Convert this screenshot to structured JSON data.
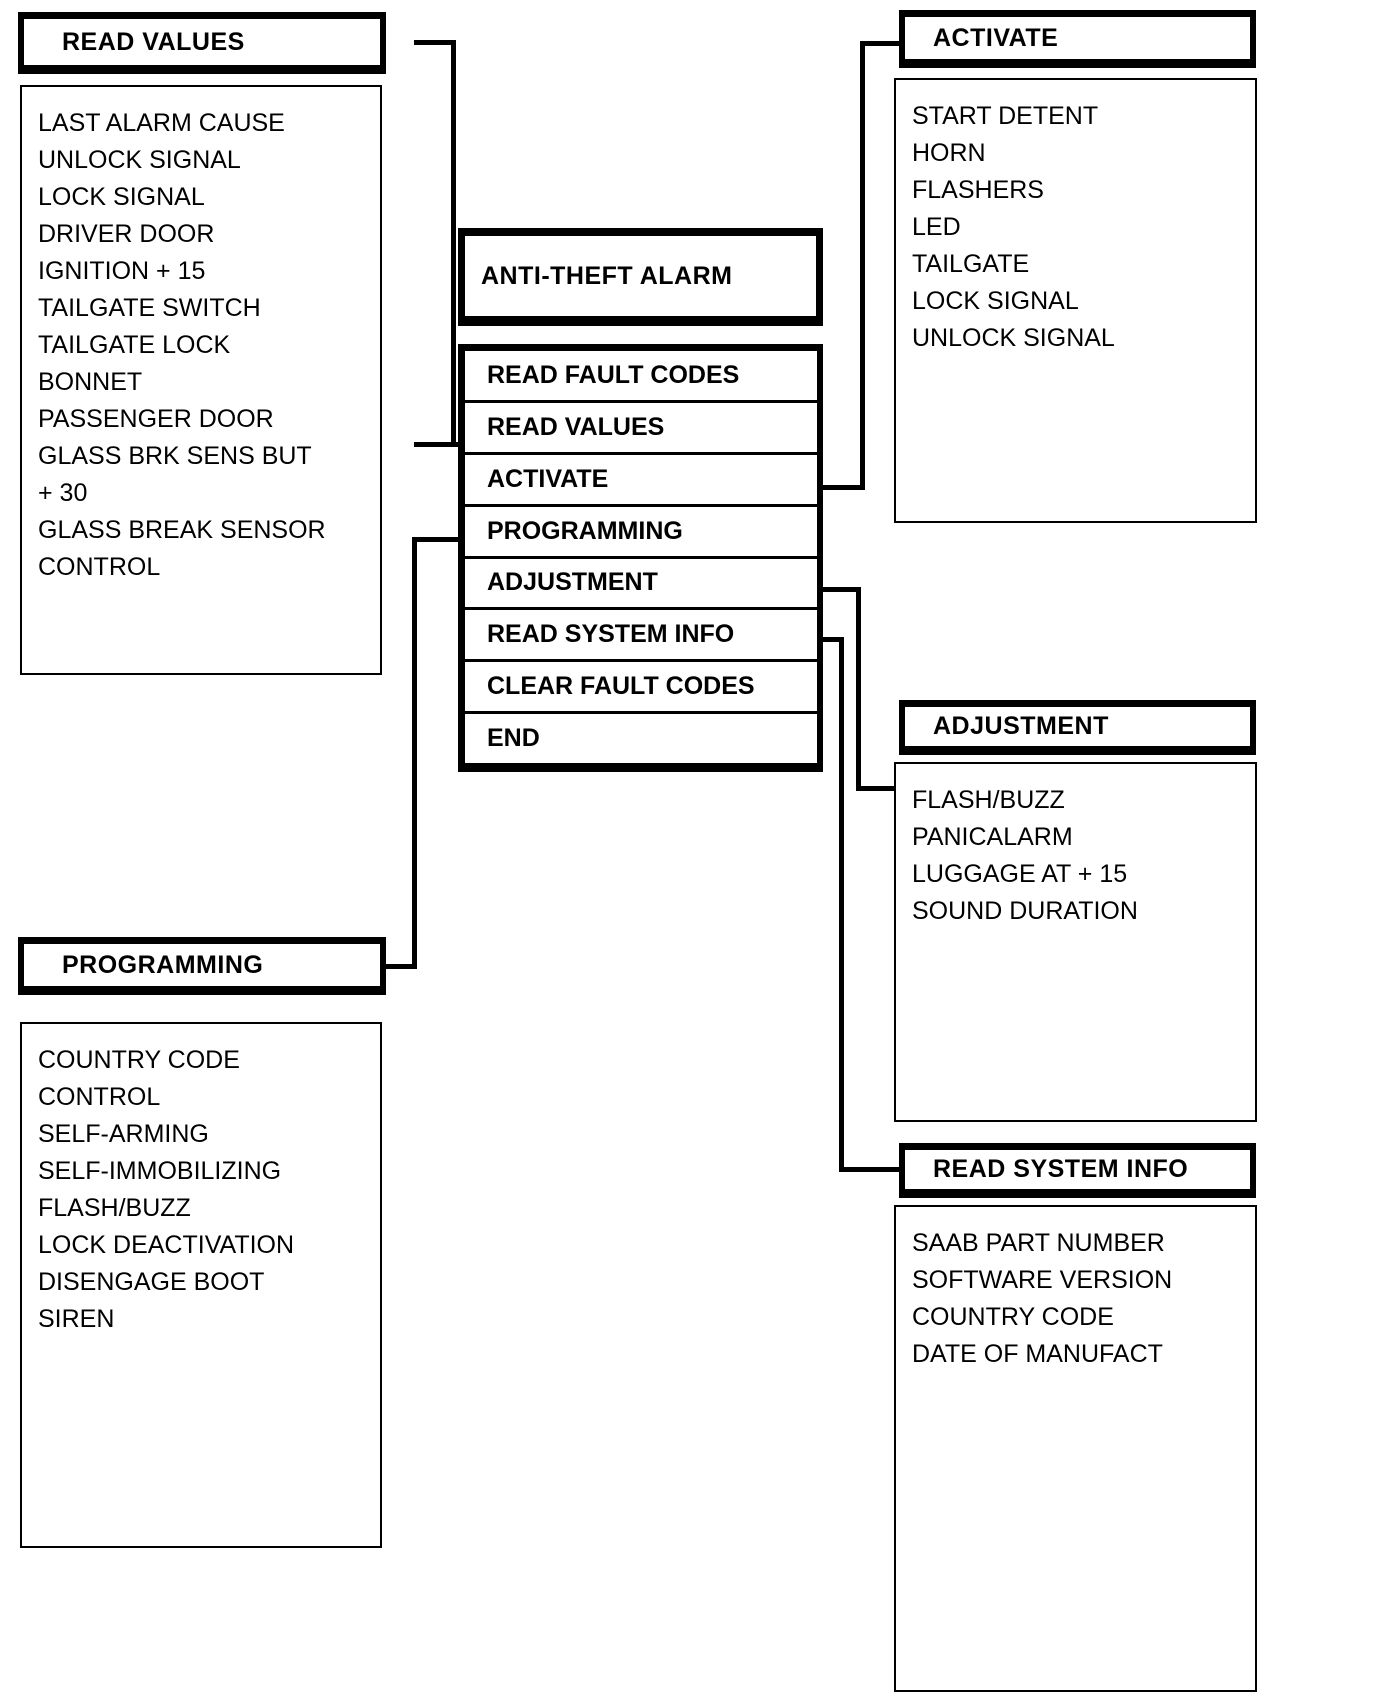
{
  "diagram": {
    "title": "ANTI-THEFT ALARM"
  },
  "root": {
    "label": "ANTI-THEFT ALARM"
  },
  "menu": {
    "name": "main-menu",
    "items": [
      "READ FAULT CODES",
      "READ VALUES",
      "ACTIVATE",
      "PROGRAMMING",
      "ADJUSTMENT",
      "READ SYSTEM INFO",
      "CLEAR FAULT CODES",
      "END"
    ]
  },
  "panels": {
    "read_values": {
      "title": "READ VALUES",
      "items": [
        "LAST ALARM CAUSE",
        "UNLOCK SIGNAL",
        "LOCK SIGNAL",
        "DRIVER DOOR",
        "IGNITION + 15",
        "TAILGATE SWITCH",
        "TAILGATE LOCK",
        "BONNET",
        "PASSENGER DOOR",
        "GLASS BRK SENS BUT",
        "+ 30",
        "GLASS BREAK SENSOR",
        "CONTROL"
      ]
    },
    "activate": {
      "title": "ACTIVATE",
      "items": [
        "START DETENT",
        "HORN",
        "FLASHERS",
        "LED",
        "TAILGATE",
        "LOCK SIGNAL",
        "UNLOCK SIGNAL"
      ]
    },
    "adjustment": {
      "title": "ADJUSTMENT",
      "items": [
        "FLASH/BUZZ",
        "PANICALARM",
        "LUGGAGE AT + 15",
        "SOUND DURATION"
      ]
    },
    "read_system_info": {
      "title": "READ SYSTEM INFO",
      "items": [
        "SAAB PART NUMBER",
        "SOFTWARE VERSION",
        "COUNTRY CODE",
        "DATE OF MANUFACT"
      ]
    },
    "programming": {
      "title": "PROGRAMMING",
      "items": [
        "COUNTRY CODE",
        "CONTROL",
        "SELF-ARMING",
        "SELF-IMMOBILIZING",
        "FLASH/BUZZ",
        "LOCK DEACTIVATION",
        "DISENGAGE BOOT",
        "SIREN"
      ]
    }
  },
  "colors": {
    "ink": "#000000",
    "paper": "#ffffff"
  }
}
